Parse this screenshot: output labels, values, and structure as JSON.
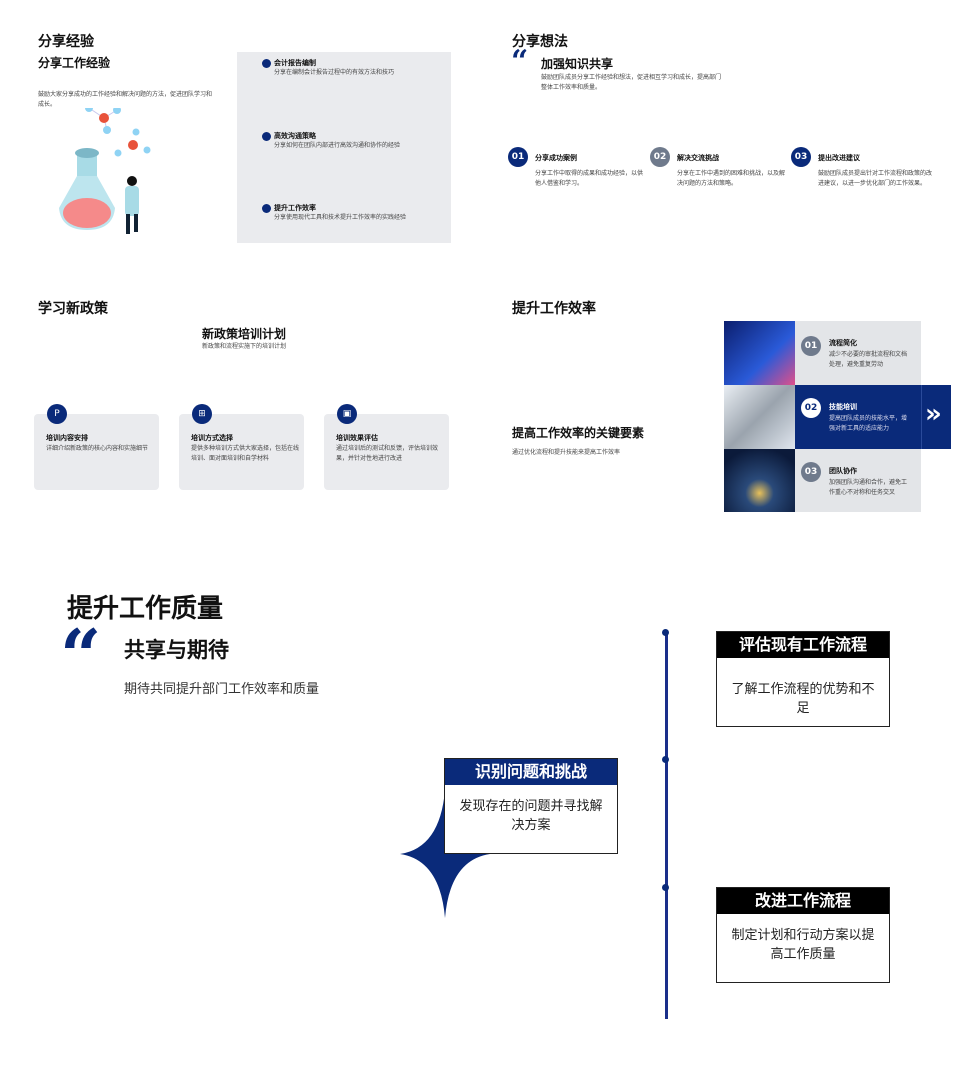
{
  "slide1": {
    "title": "分享经验",
    "subtitle": "分享工作经验",
    "desc": "鼓励大家分享成功的工作经验和解决问题的方法，促进团队学习和成长。",
    "items": [
      {
        "title": "会计报告编制",
        "text": "分享在编制会计报告过程中的有效方法和技巧"
      },
      {
        "title": "高效沟通策略",
        "text": "分享如何在团队内部进行高效沟通和协作的经验"
      },
      {
        "title": "提升工作效率",
        "text": "分享使用现代工具和技术提升工作效率的实践经验"
      }
    ]
  },
  "slide2": {
    "title": "分享想法",
    "quote_title": "加强知识共享",
    "quote_text": "鼓励团队成员分享工作经验和想法，促进相互学习和成长，提高部门整体工作效率和质量。",
    "steps": [
      {
        "num": "01",
        "title": "分享成功案例",
        "text": "分享工作中取得的成果和成功经验，以供他人借鉴和学习。"
      },
      {
        "num": "02",
        "title": "解决交流挑战",
        "text": "分享在工作中遇到的困难和挑战，以及解决问题的方法和策略。"
      },
      {
        "num": "03",
        "title": "提出改进建议",
        "text": "鼓励团队成员提出针对工作流程和政策的改进建议，以进一步优化部门的工作效果。"
      }
    ]
  },
  "slide3": {
    "title": "学习新政策",
    "center_title": "新政策培训计划",
    "center_sub": "新政策和流程实施下的培训计划",
    "cards": [
      {
        "icon": "P",
        "title": "培训内容安排",
        "text": "详细介绍新政策的核心内容和实施细节"
      },
      {
        "icon": "⊞",
        "title": "培训方式选择",
        "text": "提供多种培训方式供大家选择，包括在线培训、面对面培训和自学材料"
      },
      {
        "icon": "▣",
        "title": "培训效果评估",
        "text": "通过培训后的测试和反馈，评估培训效果，并针对性地进行改进"
      }
    ]
  },
  "slide4": {
    "title": "提升工作效率",
    "left_title": "提高工作效率的关键要素",
    "left_text": "通过优化流程和提升技能来提高工作效率",
    "arrow": "»",
    "rows": [
      {
        "num": "01",
        "title": "流程简化",
        "text": "减少不必要的审批流程和文档处理，避免重复劳动"
      },
      {
        "num": "02",
        "title": "技能培训",
        "text": "提高团队成员的技能水平，增强对新工具的适应能力"
      },
      {
        "num": "03",
        "title": "团队协作",
        "text": "加强团队沟通和合作，避免工作重心不对称和任务交叉"
      }
    ]
  },
  "slide5": {
    "title": "提升工作质量",
    "quote_title": "共享与期待",
    "quote_text": "期待共同提升部门工作效率和质量",
    "boxes": [
      {
        "title": "评估现有工作流程",
        "text": "了解工作流程的优势和不足"
      },
      {
        "title": "识别问题和挑战",
        "text": "发现存在的问题并寻找解决方案"
      },
      {
        "title": "改进工作流程",
        "text": "制定计划和行动方案以提高工作质量"
      }
    ]
  },
  "colors": {
    "navy": "#0a2a7a",
    "gray": "#6f7a8c",
    "card": "#eaebee"
  }
}
